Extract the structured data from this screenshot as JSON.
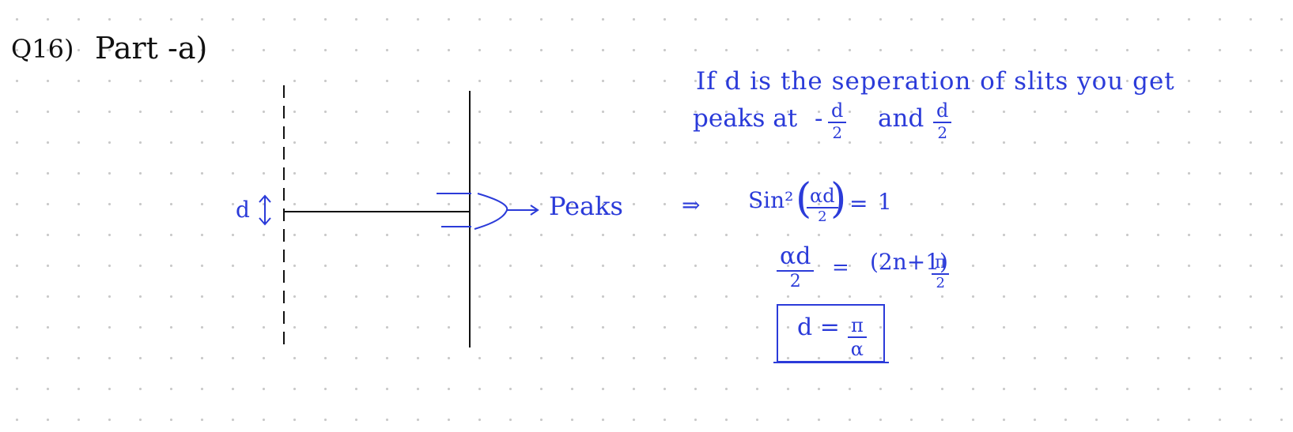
{
  "question": {
    "number": "Q16)",
    "part": "Part -a)"
  },
  "diagram": {
    "separation_label": "d",
    "peaks_label": "Peaks"
  },
  "explanation": {
    "line1": "If d is the seperation of slits you get",
    "line2_prefix": "peaks at",
    "neg_sign": "-",
    "and_text": "and",
    "frac_d_num": "d",
    "frac_d_den": "2"
  },
  "equations": {
    "implies": "⇒",
    "sin_squared": "Sin²",
    "open_paren": "(",
    "close_paren": ")",
    "alpha_d": "αd",
    "two": "2",
    "equals": "=",
    "one": "1",
    "two_n_plus_one": "(2n+1)",
    "pi": "π",
    "d_equals": "d =",
    "alpha": "α"
  },
  "colors": {
    "ink_black": "#111111",
    "ink_blue": "#2b3bd9",
    "grid_dot": "#c9c9c9"
  }
}
